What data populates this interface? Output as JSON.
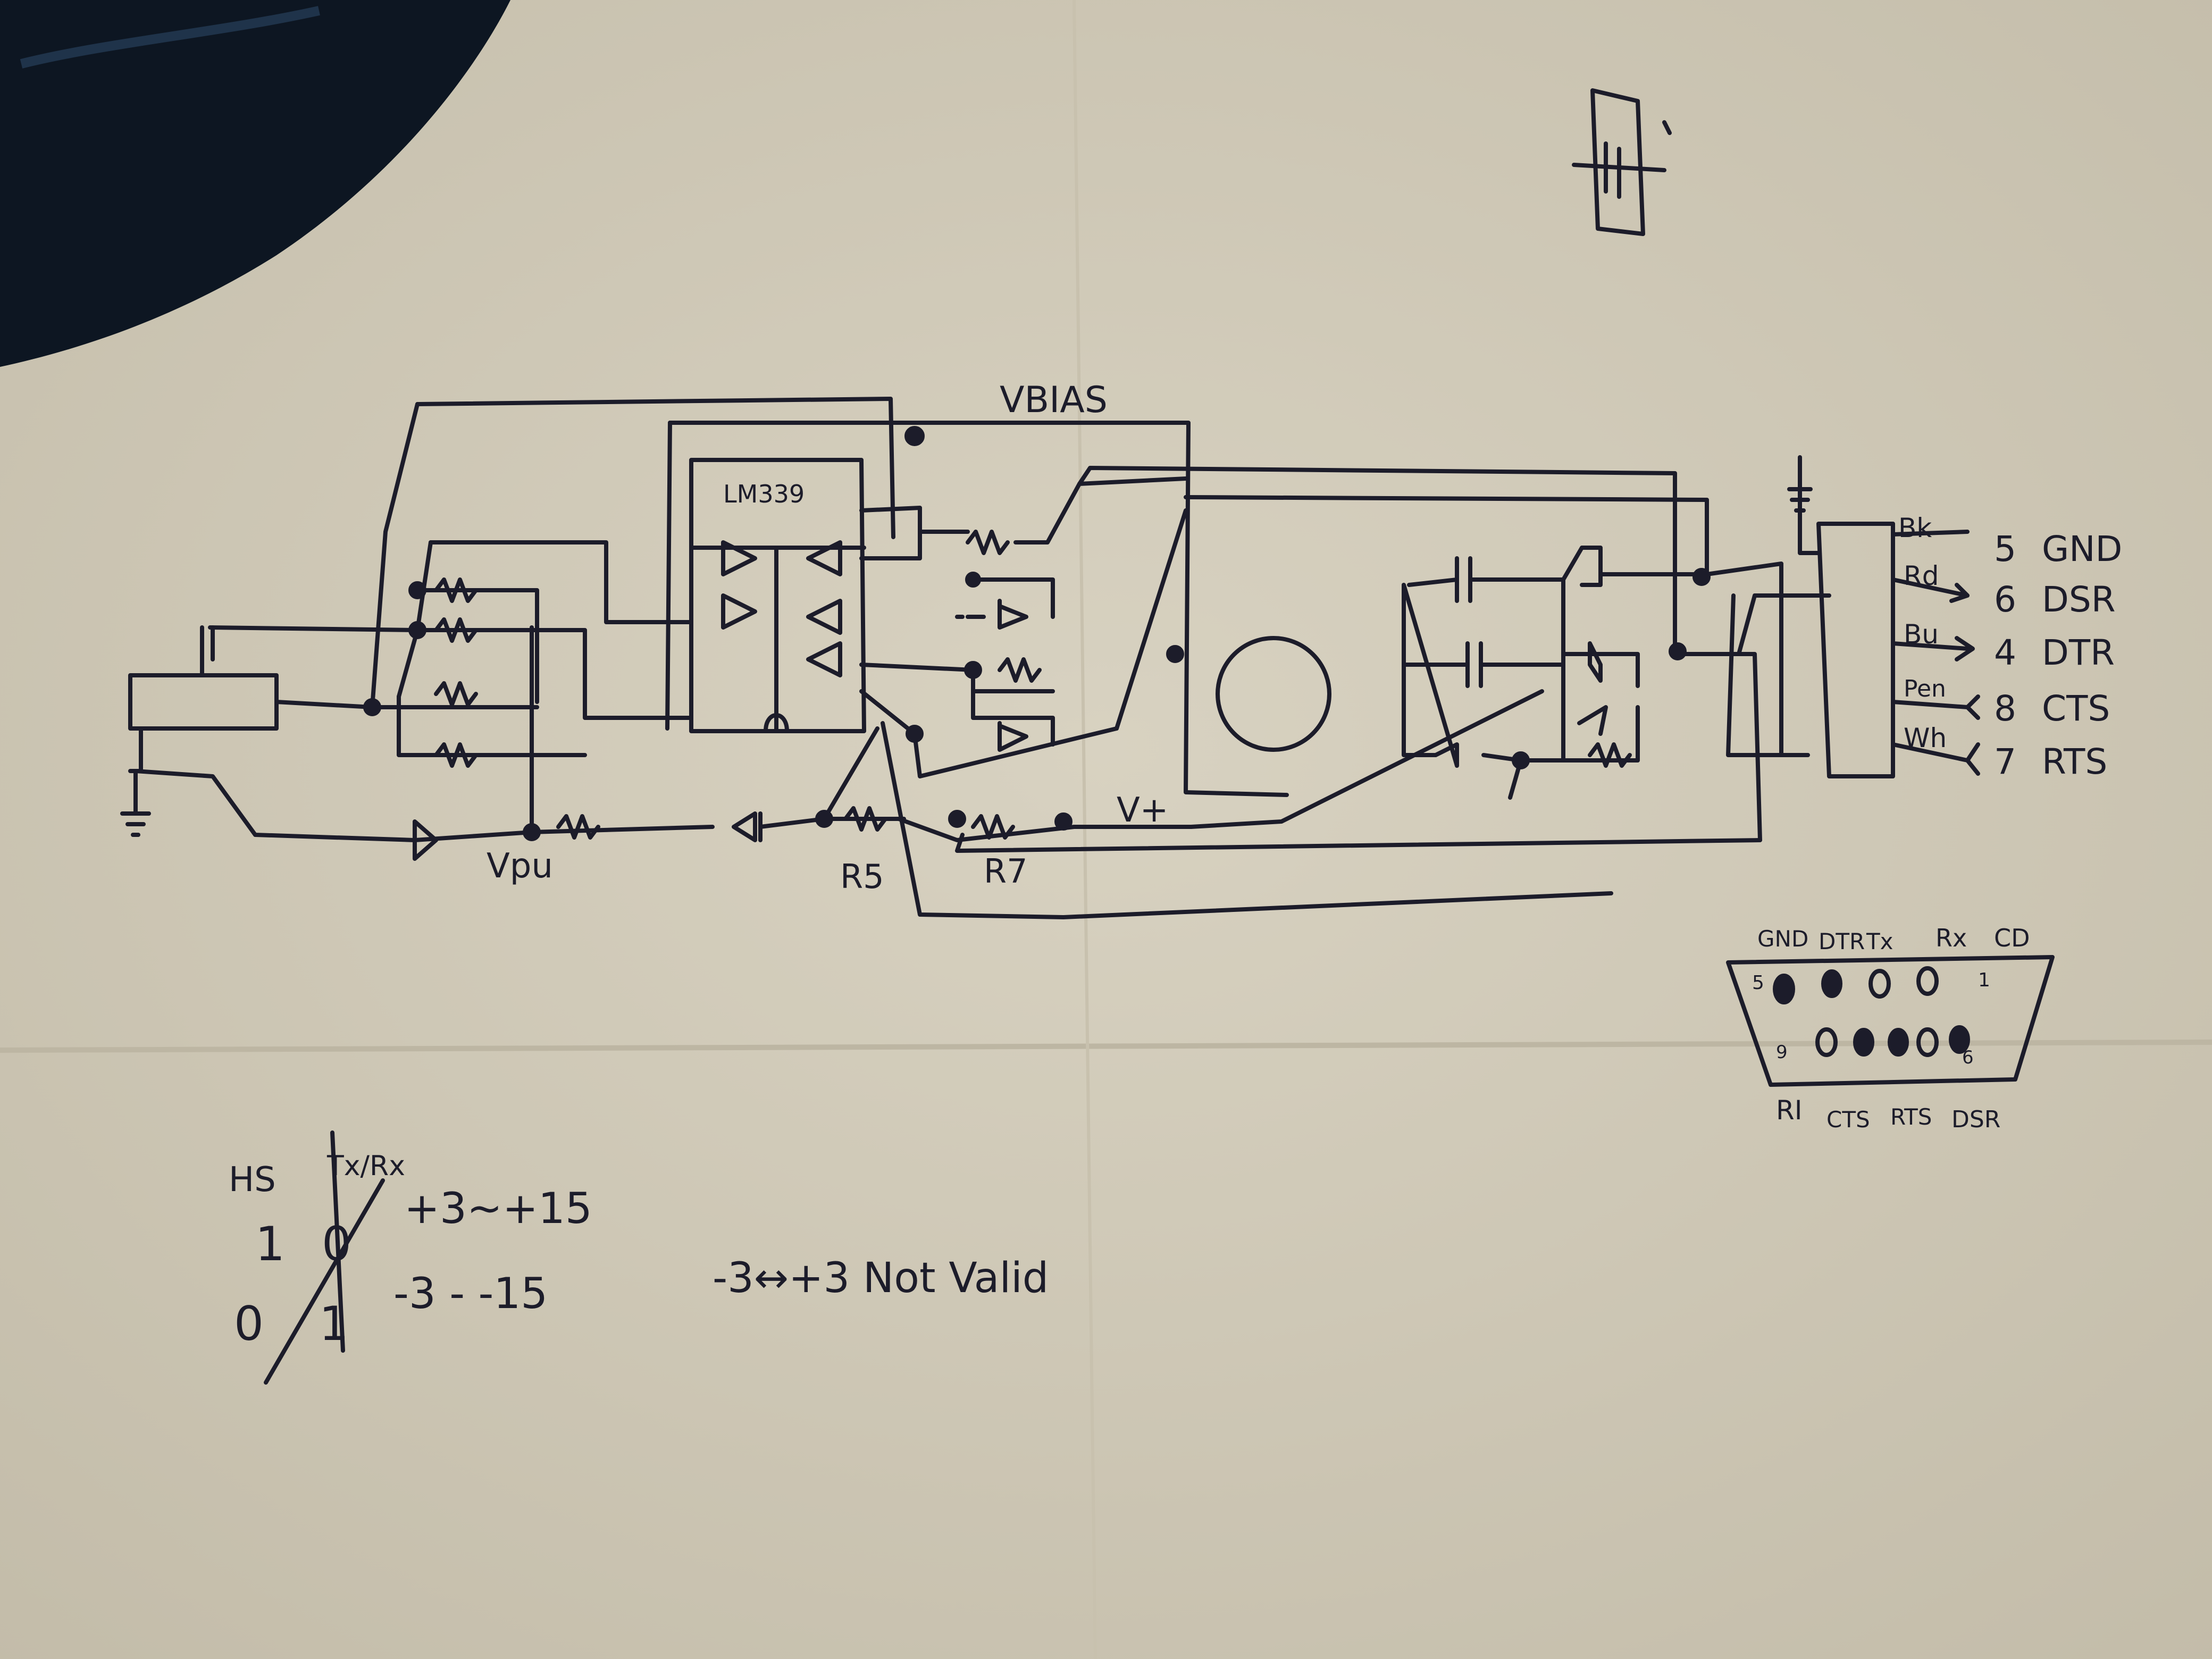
{
  "colors": {
    "paper": "#d3ccba",
    "paper_shadow": "#bdb6a3",
    "ink": "#1c1c2a",
    "dark_object": "#0d1622"
  },
  "schematic": {
    "labels": {
      "vbias": "VBIAS",
      "chip": "LM339",
      "vpu": "Vpu",
      "vplus": "V+",
      "r5": "R5",
      "r7": "R7"
    },
    "cable": [
      {
        "wire": "Bk",
        "pin": "5",
        "signal": "GND"
      },
      {
        "wire": "Rd",
        "pin": "6",
        "signal": "DSR"
      },
      {
        "wire": "Bu",
        "pin": "4",
        "signal": "DTR"
      },
      {
        "wire": "Pen",
        "pin": "8",
        "signal": "CTS"
      },
      {
        "wire": "Wh",
        "pin": "7",
        "signal": "RTS"
      }
    ]
  },
  "connector": {
    "top_labels": [
      "GND",
      "DTR",
      "Tx",
      "Rx",
      "CD"
    ],
    "bottom_labels": [
      "RI",
      "CTS",
      "RTS",
      "DSR"
    ],
    "pin_5": "5",
    "pin_1": "1",
    "pin_9": "9",
    "pin_6": "6"
  },
  "notes": {
    "col1": "HS",
    "col2": "Tx/Rx",
    "row1_hs": "1",
    "row1_txrx": "0",
    "row1_range": "+3~+15",
    "row2_hs": "0",
    "row2_txrx": "1",
    "row2_range": "-3 - -15",
    "invalid": "-3↔+3 Not Valid"
  }
}
